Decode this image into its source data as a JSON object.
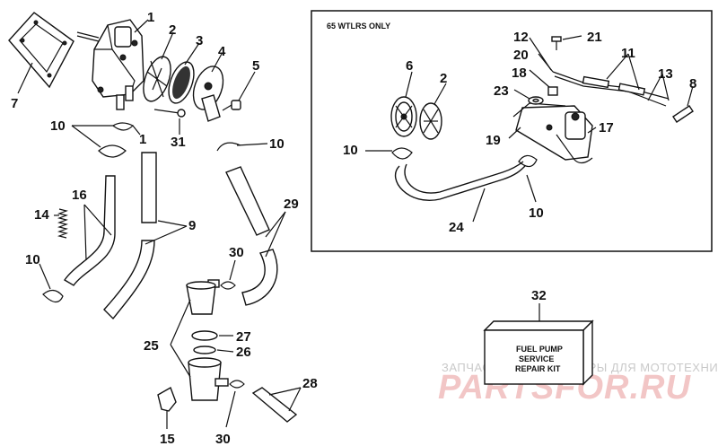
{
  "inset": {
    "title": "65 WTLRS ONLY"
  },
  "kit": {
    "lines": [
      "FUEL PUMP",
      "SERVICE",
      "REPAIR KIT"
    ]
  },
  "watermark": {
    "top": "ЗАПЧАСТИ И АКСЕССУАРЫ ДЛЯ МОТОТЕХНИКИ",
    "brand": "PARTSFOR.RU"
  },
  "colors": {
    "line": "#111111",
    "watermark_brand": "#f2c6c6",
    "watermark_text": "#c9c9c9"
  },
  "callouts": {
    "c1": "1",
    "c1b": "1",
    "c2": "2",
    "c2b": "2",
    "c3": "3",
    "c4": "4",
    "c5": "5",
    "c6": "6",
    "c7": "7",
    "c8": "8",
    "c9": "9",
    "c10a": "10",
    "c10b": "10",
    "c10c": "10",
    "c10d": "10",
    "c10e": "10",
    "c11": "11",
    "c12": "12",
    "c13": "13",
    "c14": "14",
    "c15": "15",
    "c16": "16",
    "c17": "17",
    "c18": "18",
    "c19": "19",
    "c20": "20",
    "c21": "21",
    "c23": "23",
    "c24": "24",
    "c25": "25",
    "c26": "26",
    "c27": "27",
    "c28": "28",
    "c29": "29",
    "c30a": "30",
    "c30b": "30",
    "c31": "31",
    "c32": "32"
  }
}
